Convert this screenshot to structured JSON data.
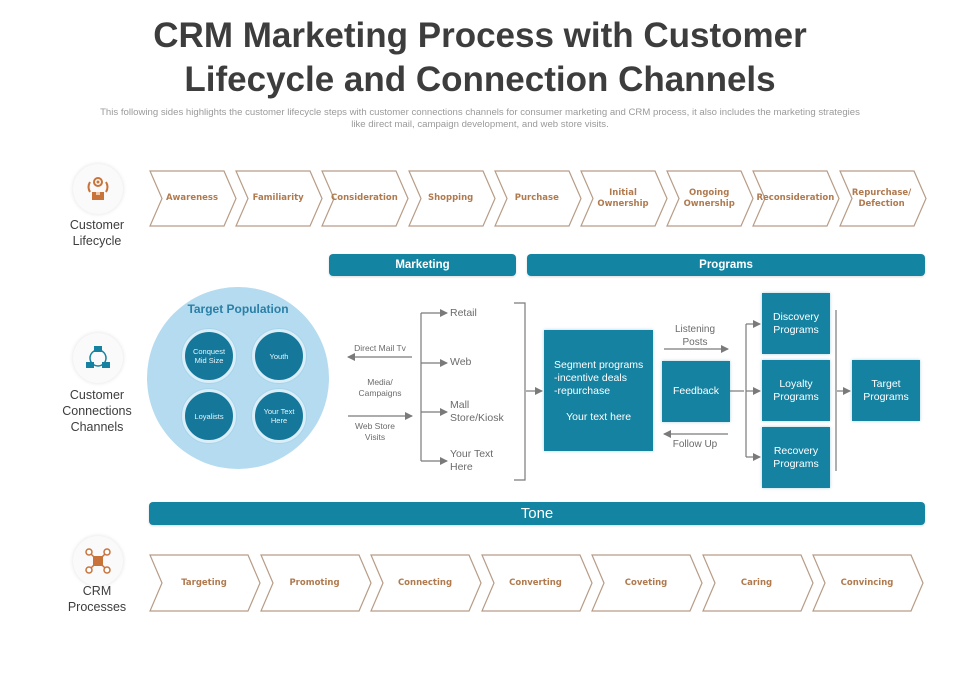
{
  "title": {
    "line1": "CRM Marketing Process with Customer",
    "line2": "Lifecycle and Connection Channels"
  },
  "subtitle": {
    "line1": "This following sides highlights the customer lifecycle steps with customer connections channels for consumer marketing and CRM  process, it also includes the marketing strategies",
    "line2": "like direct mail,  campaign development,  and web store visits."
  },
  "colors": {
    "primary": "#1484a3",
    "light_circle": "#b4dbef",
    "accent_orange": "#c8733a",
    "chevron_text": "#b07a4f"
  },
  "rows": {
    "lifecycle": {
      "label_line1": "Customer",
      "label_line2": "Lifecycle",
      "icon": "lifecycle-cycle-icon"
    },
    "connections": {
      "label_line1": "Customer",
      "label_line2": "Connections",
      "label_line3": "Channels",
      "icon": "network-nodes-icon"
    },
    "crm": {
      "label_line1": "CRM",
      "label_line2": "Processes",
      "icon": "hub-connections-icon"
    }
  },
  "lifecycle_steps": [
    {
      "l1": "Awareness",
      "l2": ""
    },
    {
      "l1": "Familiarity",
      "l2": ""
    },
    {
      "l1": "Consideration",
      "l2": ""
    },
    {
      "l1": "Shopping",
      "l2": ""
    },
    {
      "l1": "Purchase",
      "l2": ""
    },
    {
      "l1": "Initial",
      "l2": "Ownership"
    },
    {
      "l1": "Ongoing",
      "l2": "Ownership"
    },
    {
      "l1": "Reconsideration",
      "l2": ""
    },
    {
      "l1": "Repurchase/",
      "l2": "Defection"
    }
  ],
  "bands": {
    "marketing": "Marketing",
    "programs": "Programs",
    "tone": "Tone"
  },
  "target_population": {
    "title": "Target Population",
    "segments": [
      {
        "l1": "Conquest",
        "l2": "Mid Size"
      },
      {
        "l1": "Youth",
        "l2": ""
      },
      {
        "l1": "Loyalists",
        "l2": ""
      },
      {
        "l1": "Your Text",
        "l2": "Here"
      }
    ]
  },
  "flows": {
    "direct_mail": "Direct Mail  Tv",
    "media_l1": "Media/",
    "media_l2": "Campaigns",
    "web_store_l1": "Web Store",
    "web_store_l2": "Visits"
  },
  "channels": [
    {
      "l1": "Retail",
      "l2": ""
    },
    {
      "l1": "Web",
      "l2": ""
    },
    {
      "l1": "Mall",
      "l2": "Store/Kiosk"
    },
    {
      "l1": "Your Text",
      "l2": "Here"
    }
  ],
  "programs": {
    "segment": {
      "l1": "Segment programs",
      "l2": "-incentive deals",
      "l3": "-repurchase",
      "l4": "Your text here"
    },
    "listening_l1": "Listening",
    "listening_l2": "Posts",
    "feedback": "Feedback",
    "follow_up": "Follow Up",
    "discovery": {
      "l1": "Discovery",
      "l2": "Programs"
    },
    "loyalty": {
      "l1": "Loyalty",
      "l2": "Programs"
    },
    "recovery": {
      "l1": "Recovery",
      "l2": "Programs"
    },
    "target": {
      "l1": "Target",
      "l2": "Programs"
    }
  },
  "crm_steps": [
    "Targeting",
    "Promoting",
    "Connecting",
    "Converting",
    "Coveting",
    "Caring",
    "Convincing"
  ]
}
